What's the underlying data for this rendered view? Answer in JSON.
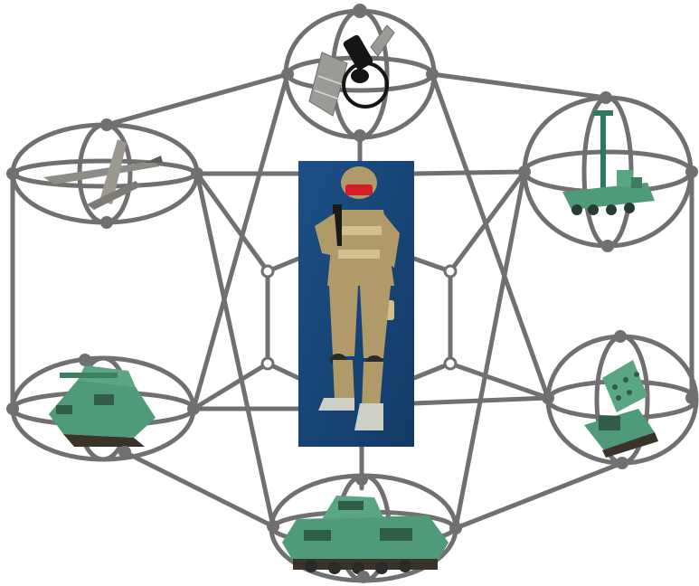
{
  "colors": {
    "wire": "#707070",
    "background": "#ffffff",
    "panel_blue": "#1d4f86",
    "panel_blue_dark": "#123a66",
    "camo_tan": "#b09a6a",
    "camo_light": "#d3c08f",
    "vehicle_green": "#4f9a78",
    "vehicle_dark": "#2f5d48",
    "aircraft_gray": "#8a8a86",
    "visor_red": "#d21f26"
  },
  "nodes": [
    {
      "id": "satellite",
      "icon": "satellite-icon"
    },
    {
      "id": "uav",
      "icon": "uav-icon"
    },
    {
      "id": "sensor-vehicle",
      "icon": "sensor-vehicle-icon"
    },
    {
      "id": "tracked-vehicle",
      "icon": "tracked-vehicle-icon"
    },
    {
      "id": "missile-launcher",
      "icon": "missile-launcher-icon"
    },
    {
      "id": "infantry-carrier",
      "icon": "infantry-carrier-icon"
    }
  ],
  "center": {
    "id": "soldier",
    "icon": "soldier-icon"
  }
}
